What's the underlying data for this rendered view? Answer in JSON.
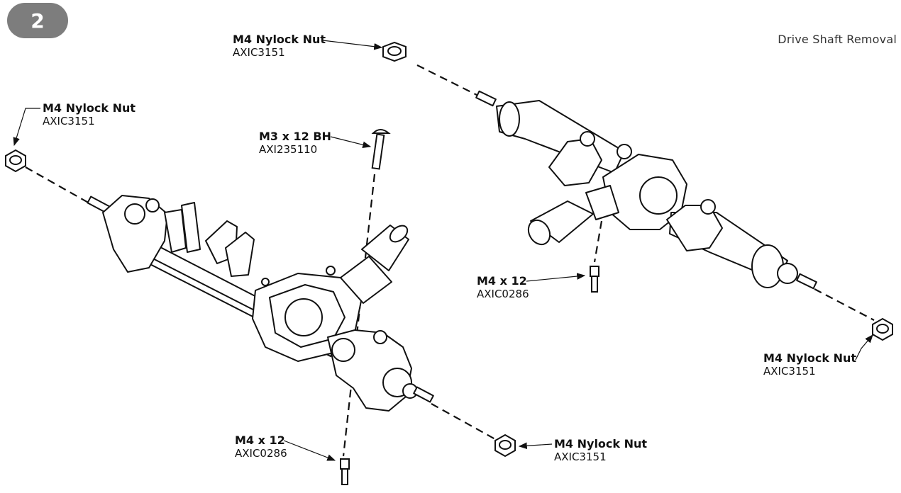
{
  "step": {
    "number": "2"
  },
  "section_title": "Drive Shaft Removal",
  "callouts": [
    {
      "name": "M4 Nylock Nut",
      "part": "AXIC3151"
    },
    {
      "name": "M4 Nylock Nut",
      "part": "AXIC3151"
    },
    {
      "name": "M3 x 12 BH",
      "part": "AXI235110"
    },
    {
      "name": "M4 x 12",
      "part": "AXIC0286"
    },
    {
      "name": "M4 Nylock Nut",
      "part": "AXIC3151"
    },
    {
      "name": "M4 x 12",
      "part": "AXIC0286"
    },
    {
      "name": "M4 Nylock Nut",
      "part": "AXIC3151"
    }
  ],
  "colors": {
    "badge": "#7d7d7d",
    "line": "#111111"
  }
}
